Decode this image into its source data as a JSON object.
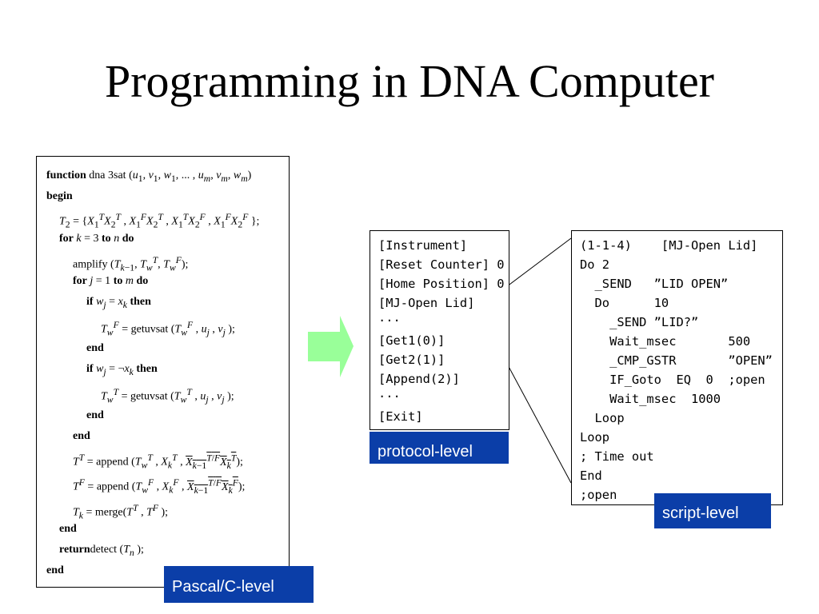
{
  "slide": {
    "title": "Programming in DNA Computer"
  },
  "pascal": {
    "label": "Pascal/C-level",
    "lines": [
      "function dna 3sat (u₁, v₁, w₁, ... , uₘ, vₘ, wₘ)",
      "begin",
      "T₂ = {X₁ᵀ X₂ᵀ , X₁ᶠ X₂ᵀ , X₁ᵀ X₂ᶠ , X₁ᶠ X₂ᶠ };",
      "for k = 3 to n do",
      "amplify (Tₖ₋₁, Twᵀ, Twᶠ);",
      "for j = 1 to m do",
      "if wⱼ = xₖ then",
      "Twᶠ = getuvsat (Twᶠ , uⱼ , vⱼ );",
      "end",
      "if wⱼ = ¬xₖ then",
      "Twᵀ = getuvsat (Twᵀ , uⱼ , vⱼ );",
      "end",
      "end",
      "Tᵀ = append (Twᵀ , Xₖᵀ , Xₖ₋₁ᵀ/ᶠ Xₖᵀ);",
      "Tᶠ = append (Twᶠ , Xₖᶠ , Xₖ₋₁ᵀ/ᶠ Xₖᶠ);",
      "Tₖ = merge(Tᵀ , Tᶠ );",
      "end",
      "return detect (Tₙ );",
      "end"
    ]
  },
  "protocol": {
    "label": "protocol-level",
    "lines": [
      "[Instrument]",
      "[Reset Counter] 0",
      "[Home Position] 0",
      "[MJ-Open Lid]",
      "···",
      "[Get1(0)]",
      "[Get2(1)]",
      "[Append(2)]",
      "···",
      "[Exit]"
    ]
  },
  "script": {
    "label": "script-level",
    "lines": [
      "(1-1-4)    [MJ-Open Lid]",
      "Do 2",
      "  _SEND   ”LID OPEN”",
      "  Do      10",
      "    _SEND ”LID?”",
      "    Wait_msec       500",
      "    _CMP_GSTR       ”OPEN”",
      "    IF_Goto  EQ  0  ;open",
      "    Wait_msec  1000",
      "  Loop",
      "Loop",
      "; Time out",
      "End",
      ";open"
    ]
  },
  "colors": {
    "arrow": "#99ff99",
    "label_bg": "#0b3ea8",
    "label_text": "#ffffff"
  }
}
